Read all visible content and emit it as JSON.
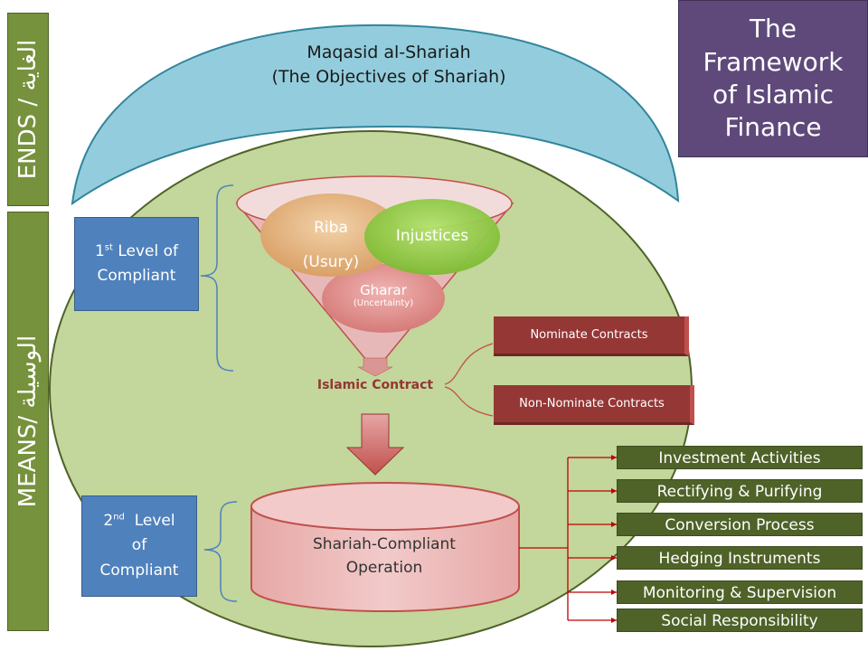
{
  "title": "The Framework of Islamic Finance",
  "ends": {
    "side_label": "ENDS / الغاية",
    "line1": "Maqasid al-Shariah",
    "line2": "(The Objectives of Shariah)"
  },
  "means": {
    "side_label": "MEANS/ الوسيلة"
  },
  "level1": {
    "num": "1",
    "sup": "st",
    "rest": " Level of",
    "line2": "Compliant"
  },
  "level2": {
    "num": "2",
    "sup": "nd",
    "rest": "  Level",
    "line2": "of",
    "line3": "Compliant"
  },
  "filter": {
    "riba_line1": "Riba",
    "riba_line2": "(Usury)",
    "injustices": "Injustices",
    "gharar": "Gharar",
    "gharar_sub": "(Uncertainty)"
  },
  "islamic_contract": "Islamic Contract",
  "contracts": [
    "Nominate Contracts",
    "Non-Nominate Contracts"
  ],
  "operation": {
    "line1": "Shariah-Compliant",
    "line2": "Operation"
  },
  "activities": [
    "Investment Activities",
    "Rectifying & Purifying",
    "Conversion Process",
    "Hedging Instruments",
    "Monitoring & Supervision",
    "Social Responsibility"
  ],
  "colors": {
    "ends_band": "#93CDDD",
    "means_circle": "#C3D69B",
    "side_bar": "#76923C",
    "title_box": "#5F497A",
    "level_box": "#4F81BD",
    "riba": "#E6B88A",
    "injustices": "#92D050",
    "gharar": "#D99694",
    "contract_tag": "#953735",
    "activity_tag": "#4F6228",
    "operation_db": "#E6B9B8"
  }
}
